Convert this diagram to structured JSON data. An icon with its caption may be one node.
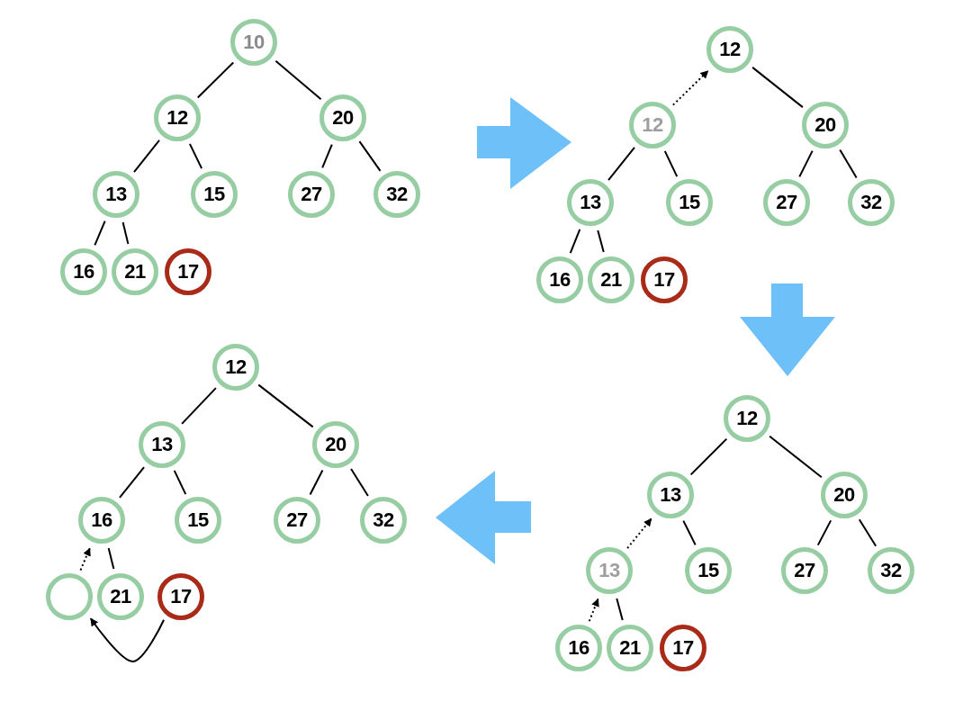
{
  "diagram": {
    "nodes": [
      {
        "text": [
          "10"
        ]
      },
      {
        "text": [
          "12"
        ]
      },
      {
        "text": [
          "20"
        ]
      },
      {
        "text": [
          "13"
        ]
      },
      {
        "text": [
          "15"
        ]
      },
      {
        "text": [
          "27"
        ]
      },
      {
        "text": [
          "32"
        ]
      },
      {
        "text": [
          "16"
        ]
      },
      {
        "text": [
          "21"
        ]
      },
      {
        "text": [
          "17"
        ]
      },
      {
        "text": [
          "12"
        ]
      },
      {
        "text": [
          "12"
        ]
      },
      {
        "text": [
          "20"
        ]
      },
      {
        "text": [
          "13"
        ]
      },
      {
        "text": [
          "15"
        ]
      },
      {
        "text": [
          "27"
        ]
      },
      {
        "text": [
          "32"
        ]
      },
      {
        "text": [
          "16"
        ]
      },
      {
        "text": [
          "21"
        ]
      },
      {
        "text": [
          "17"
        ]
      },
      {
        "text": [
          "12"
        ]
      },
      {
        "text": [
          "13"
        ]
      },
      {
        "text": [
          "20"
        ]
      },
      {
        "text": [
          "13"
        ]
      },
      {
        "text": [
          "15"
        ]
      },
      {
        "text": [
          "27"
        ]
      },
      {
        "text": [
          "32"
        ]
      },
      {
        "text": [
          "16"
        ]
      },
      {
        "text": [
          "21"
        ]
      },
      {
        "text": [
          "17"
        ]
      },
      {
        "text": [
          "12"
        ]
      },
      {
        "text": [
          "13"
        ]
      },
      {
        "text": [
          "20"
        ]
      },
      {
        "text": [
          "16"
        ]
      },
      {
        "text": [
          "15"
        ]
      },
      {
        "text": [
          "27"
        ]
      },
      {
        "text": [
          "32"
        ]
      },
      {
        "text": [],
        "shape": "circle"
      },
      {
        "text": [
          "21"
        ]
      },
      {
        "text": [
          "17"
        ]
      }
    ],
    "edges": [
      {
        "from": 0,
        "to": 1,
        "arrow": "none"
      },
      {
        "from": 0,
        "to": 2,
        "arrow": "none"
      },
      {
        "from": 1,
        "to": 3,
        "arrow": "none"
      },
      {
        "from": 1,
        "to": 4,
        "arrow": "none"
      },
      {
        "from": 2,
        "to": 5,
        "arrow": "none"
      },
      {
        "from": 2,
        "to": 6,
        "arrow": "none"
      },
      {
        "from": 3,
        "to": 7,
        "arrow": "none"
      },
      {
        "from": 3,
        "to": 8,
        "arrow": "none"
      },
      {
        "from": 11,
        "to": 10,
        "arrow": "to",
        "style": "dashed"
      },
      {
        "from": 10,
        "to": 12,
        "arrow": "none"
      },
      {
        "from": 11,
        "to": 13,
        "arrow": "none"
      },
      {
        "from": 11,
        "to": 14,
        "arrow": "none"
      },
      {
        "from": 12,
        "to": 15,
        "arrow": "none"
      },
      {
        "from": 12,
        "to": 16,
        "arrow": "none"
      },
      {
        "from": 13,
        "to": 17,
        "arrow": "none"
      },
      {
        "from": 13,
        "to": 18,
        "arrow": "none"
      },
      {
        "from": 20,
        "to": 22,
        "arrow": "none"
      },
      {
        "from": 23,
        "to": 21,
        "arrow": "to",
        "style": "dashed"
      },
      {
        "from": 21,
        "to": 24,
        "arrow": "none"
      },
      {
        "from": 22,
        "to": 25,
        "arrow": "none"
      },
      {
        "from": 22,
        "to": 26,
        "arrow": "none"
      },
      {
        "from": 27,
        "to": 23,
        "arrow": "to",
        "style": "dashed"
      },
      {
        "from": 23,
        "to": 28,
        "arrow": "none"
      },
      {
        "from": 20,
        "to": 21,
        "arrow": "none"
      },
      {
        "from": 30,
        "to": 31,
        "arrow": "none"
      },
      {
        "from": 30,
        "to": 32,
        "arrow": "none"
      },
      {
        "from": 31,
        "to": 33,
        "arrow": "none"
      },
      {
        "from": 31,
        "to": 34,
        "arrow": "none"
      },
      {
        "from": 32,
        "to": 35,
        "arrow": "none"
      },
      {
        "from": 32,
        "to": 36,
        "arrow": "none"
      },
      {
        "from": 37,
        "to": 33,
        "arrow": "to",
        "style": "dashed"
      },
      {
        "from": 33,
        "to": 38,
        "arrow": "none"
      },
      {
        "from": 39,
        "to": 37,
        "arrow": "to"
      }
    ]
  }
}
